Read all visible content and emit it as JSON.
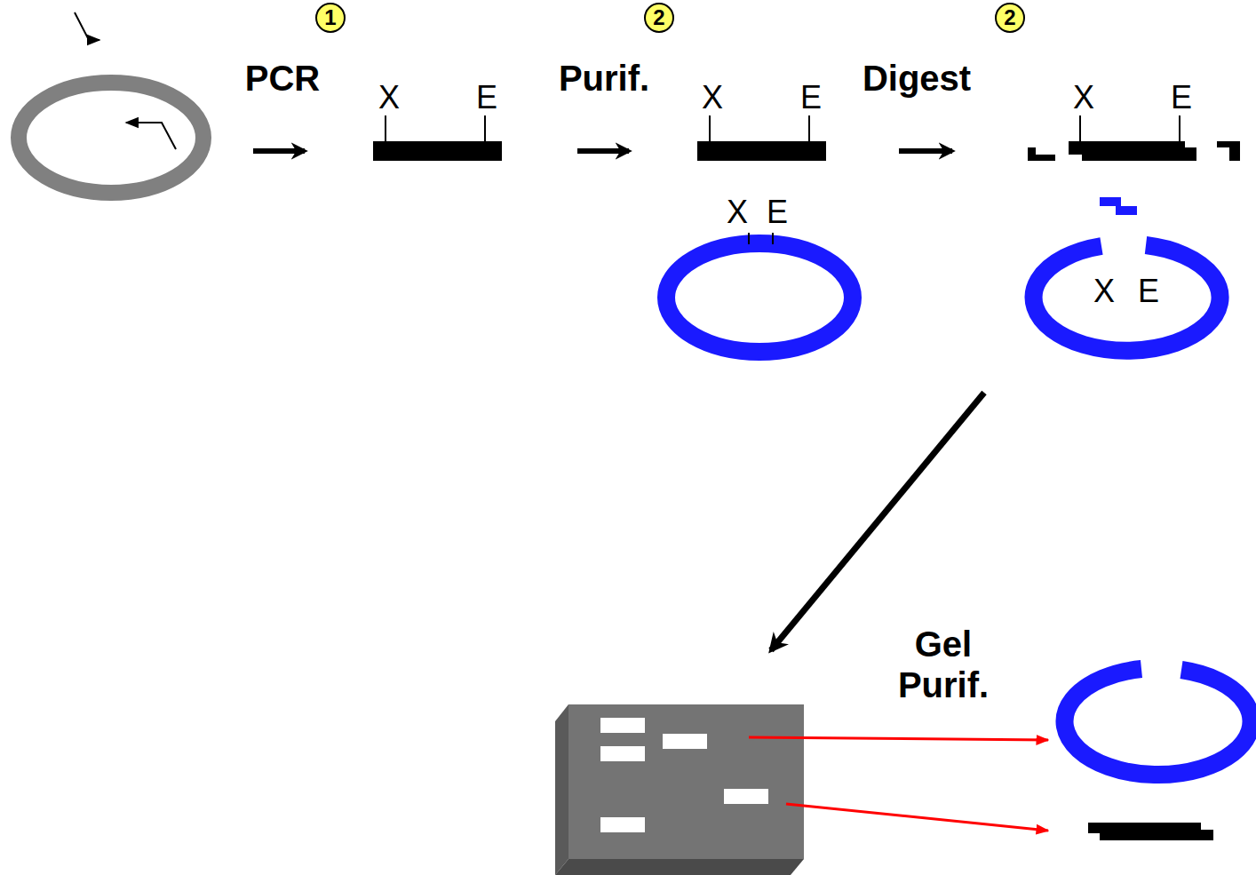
{
  "diagram": {
    "nodes": [
      {
        "text": [
          "1"
        ]
      },
      {
        "text": [
          "2"
        ]
      },
      {
        "text": [
          "2"
        ]
      }
    ],
    "labels": [
      "PCR",
      "X",
      "E",
      "Purif.",
      "X",
      "E",
      "X",
      "E",
      "Digest",
      "X",
      "E",
      "X",
      "E",
      "Gel Purif."
    ]
  }
}
